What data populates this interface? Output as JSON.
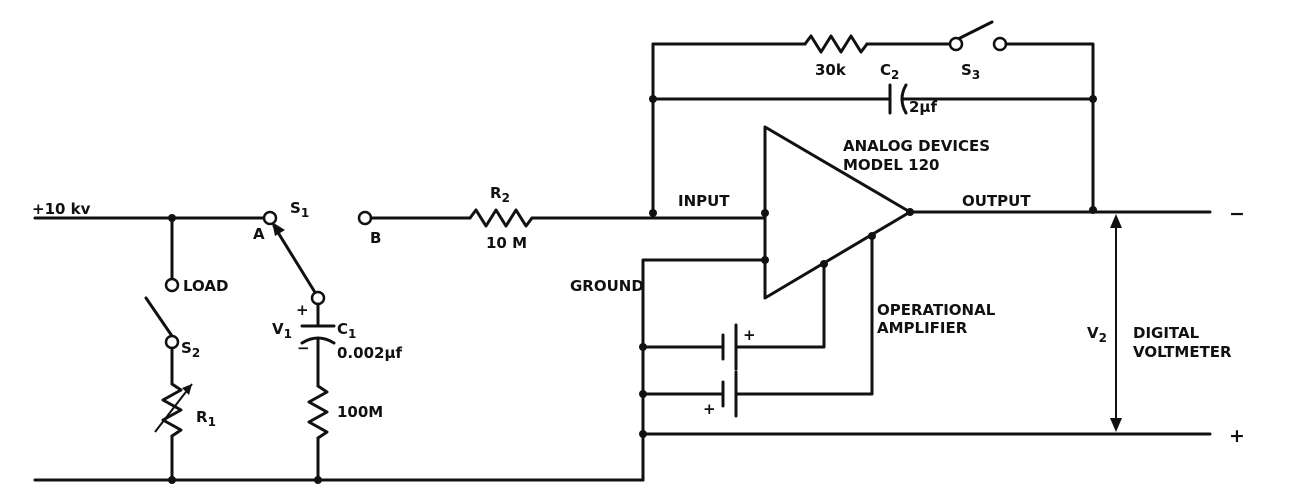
{
  "labels": {
    "supply": "+10 kv",
    "load": "LOAD",
    "s1": "S",
    "s1_sub": "1",
    "pos_a": "A",
    "pos_b": "B",
    "s2": "S",
    "s2_sub": "2",
    "r1": "R",
    "r1_sub": "1",
    "v1": "V",
    "v1_sub": "1",
    "c1": "C",
    "c1_sub": "1",
    "c1_value": "0.002μf",
    "r_100m": "100M",
    "r2": "R",
    "r2_sub": "2",
    "r2_value": "10 M",
    "r_30k": "30k",
    "c2": "C",
    "c2_sub": "2",
    "c2_value": "2μf",
    "s3": "S",
    "s3_sub": "3",
    "input": "INPUT",
    "output": "OUTPUT",
    "ground": "GROUND",
    "amp_maker_line1": "ANALOG DEVICES",
    "amp_maker_line2": "MODEL 120",
    "amp_desc_line1": "OPERATIONAL",
    "amp_desc_line2": "AMPLIFIER",
    "v2": "V",
    "v2_sub": "2",
    "dvm_line1": "DIGITAL",
    "dvm_line2": "VOLTMETER",
    "out_minus": "−",
    "out_plus": "+",
    "c1_plus": "+",
    "c1_minus": "−",
    "bat1_plus": "+",
    "bat2_plus": "+"
  }
}
